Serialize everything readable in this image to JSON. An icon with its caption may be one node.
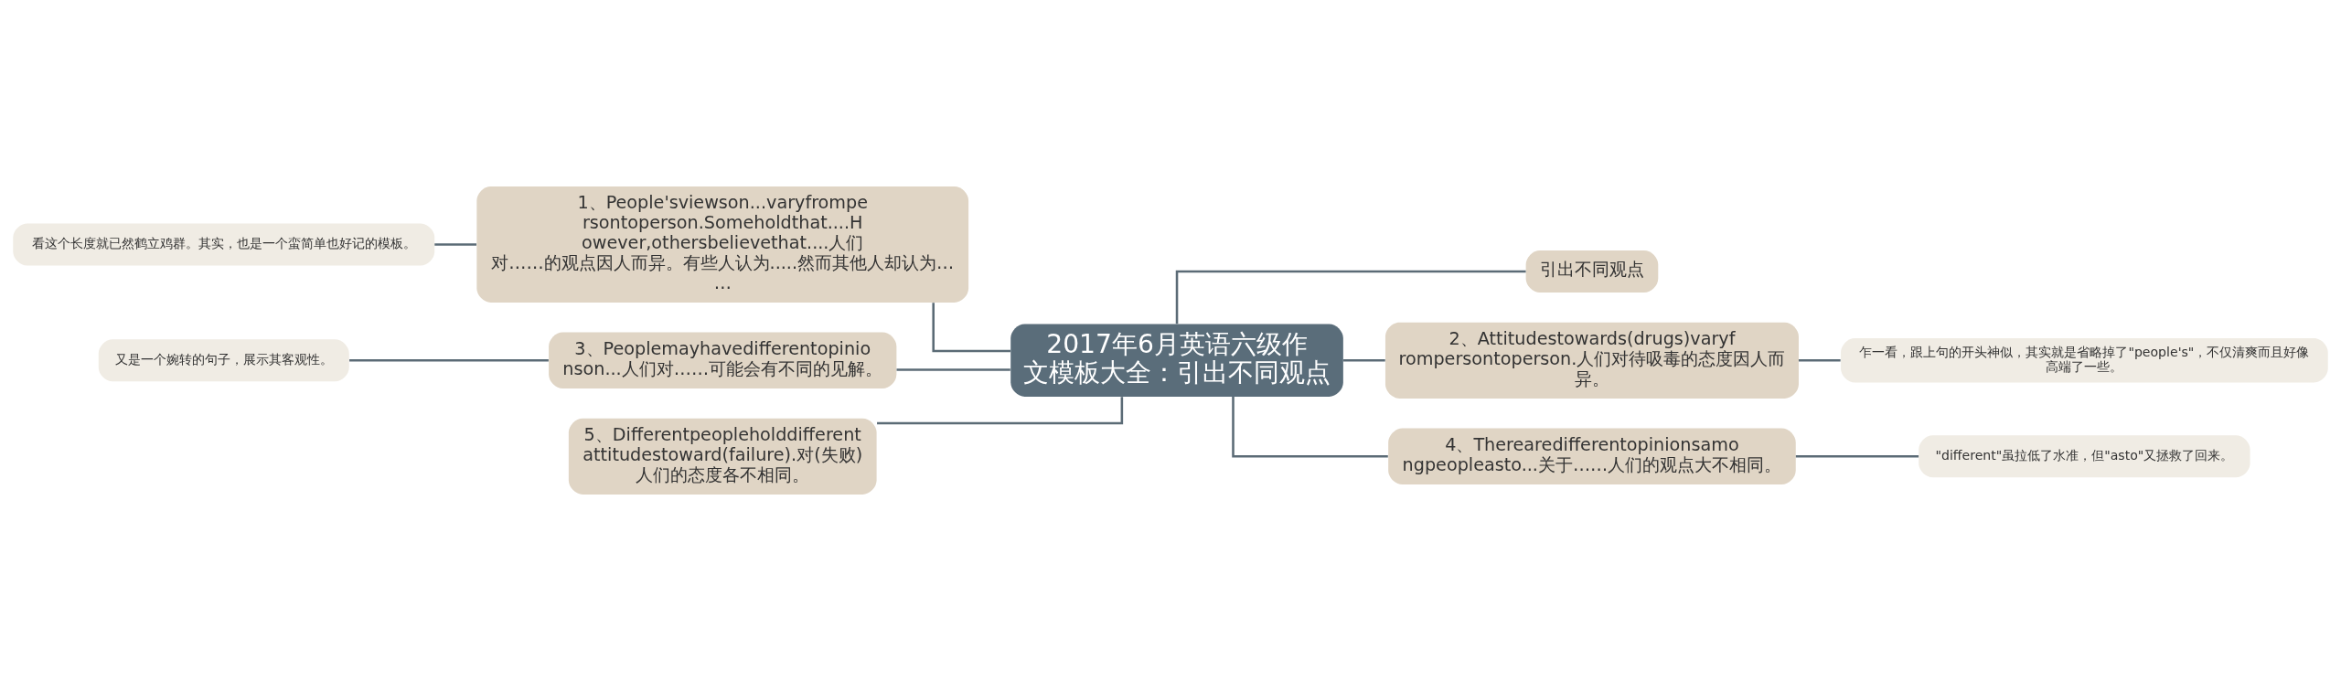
{
  "diagram": {
    "nodes": [
      {
        "text": [
          "2017年6月英语六级作文模板大全：引出不同观点"
        ]
      },
      {
        "text": [
          "1、People'sviewson...varyfrompersontoperson.Someholdthat....However,othersbelievethat....人们对……的观点因人而异。有些人认为.....然而其他人却认为……"
        ]
      },
      {
        "text": [
          "看这个长度就已然鹤立鸡群。其实，也是一个蛮简单也好记的模板。"
        ]
      },
      {
        "text": [
          "3、Peoplemayhavedifferentopinionson...人们对……可能会有不同的见解。"
        ]
      },
      {
        "text": [
          "又是一个婉转的句子，展示其客观性。"
        ]
      },
      {
        "text": [
          "5、Differentpeopleholddifferentattitudestoward(failure).对(失败)人们的态度各不相同。"
        ]
      },
      {
        "text": [
          "引出不同观点"
        ]
      },
      {
        "text": [
          "2、Attitudestowards(drugs)varyfrompersontoperson.人们对待吸毒的态度因人而异。"
        ]
      },
      {
        "text": [
          "乍一看，跟上句的开头神似，其实就是省略掉了\"people's\"，不仅清爽而且好像高端了一些。"
        ]
      },
      {
        "text": [
          "4、Therearedifferentopinionsamongpeopleasto...关于……人们的观点大不相同。"
        ]
      },
      {
        "text": [
          "\"different\"虽拉低了水准，但\"asto\"又拯救了回来。"
        ]
      }
    ],
    "edges": [
      {
        "from": 2,
        "to": 1,
        "arrow": "none"
      },
      {
        "from": 1,
        "to": 0,
        "arrow": "none"
      },
      {
        "from": 4,
        "to": 3,
        "arrow": "none"
      },
      {
        "from": 3,
        "to": 0,
        "arrow": "none"
      },
      {
        "from": 5,
        "to": 0,
        "arrow": "none"
      },
      {
        "from": 0,
        "to": 6,
        "arrow": "none"
      },
      {
        "from": 0,
        "to": 7,
        "arrow": "none"
      },
      {
        "from": 7,
        "to": 8,
        "arrow": "none"
      },
      {
        "from": 0,
        "to": 9,
        "arrow": "none"
      },
      {
        "from": 9,
        "to": 10,
        "arrow": "none"
      }
    ]
  }
}
